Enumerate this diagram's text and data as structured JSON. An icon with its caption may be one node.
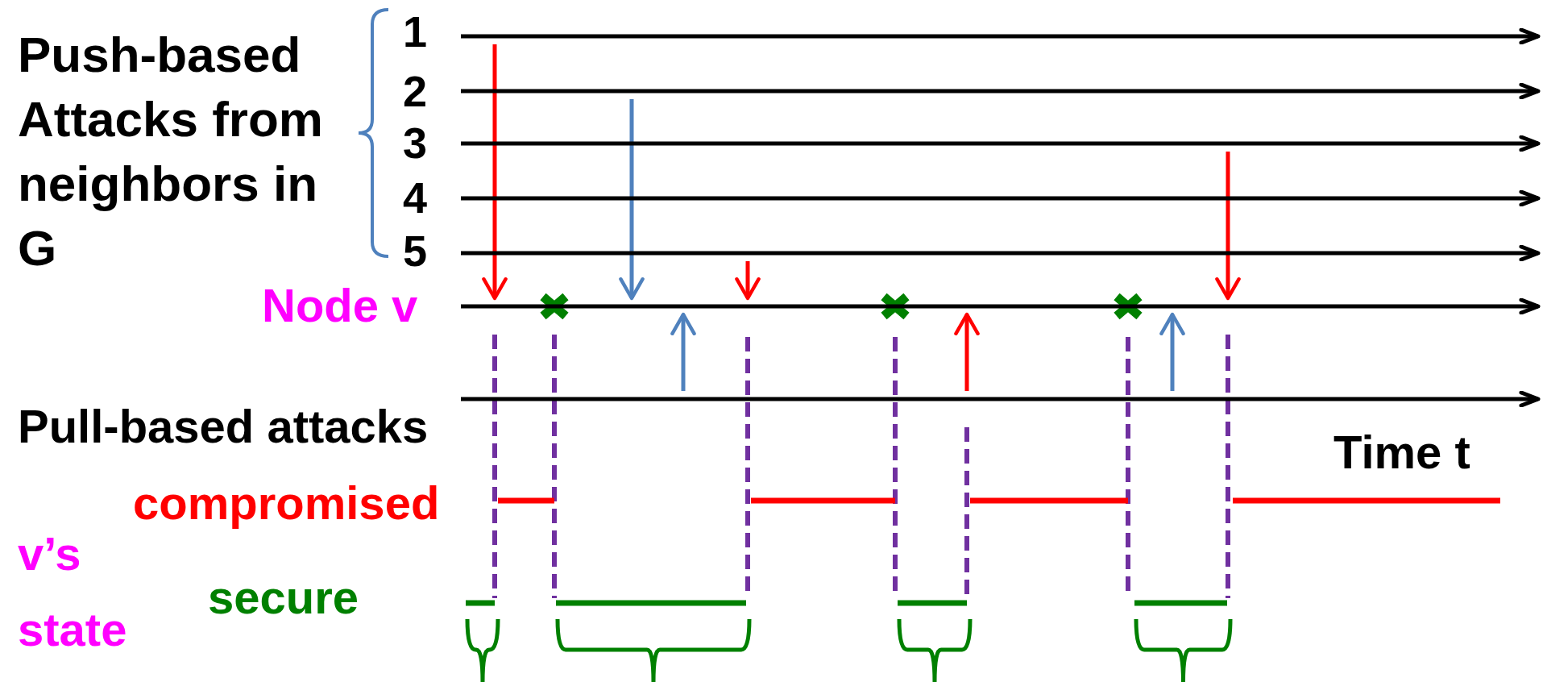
{
  "diagram": {
    "nodes": [
      {
        "text": [],
        "shape": "line",
        "beside": [
          "1"
        ]
      },
      {
        "text": [],
        "shape": "line",
        "beside": [
          "2"
        ]
      },
      {
        "text": [],
        "shape": "line",
        "beside": [
          "3"
        ]
      },
      {
        "text": [],
        "shape": "line",
        "beside": [
          "4"
        ]
      },
      {
        "text": [],
        "shape": "line",
        "beside": [
          "5"
        ]
      },
      {
        "text": [],
        "shape": "line",
        "beside": [
          "Node v"
        ]
      },
      {
        "text": [],
        "shape": "line",
        "beside": [
          "Pull-based attacks"
        ]
      }
    ],
    "edges": [
      {
        "from": 0,
        "to": 5,
        "arrow": "to"
      },
      {
        "from": 1,
        "to": 5,
        "arrow": "to",
        "color": "#4f81bd"
      },
      {
        "from": 6,
        "to": 5,
        "arrow": "to",
        "color": "#4f81bd"
      },
      {
        "from": 4,
        "to": 5,
        "arrow": "to"
      },
      {
        "from": 6,
        "to": 5,
        "arrow": "to"
      },
      {
        "from": 6,
        "to": 5,
        "arrow": "to",
        "color": "#4f81bd"
      },
      {
        "from": 2,
        "to": 5,
        "arrow": "to"
      }
    ],
    "labels": [
      "Push-based Attacks from neighbors in G",
      "Time t",
      "compromised",
      "v’s state",
      "secure"
    ]
  }
}
